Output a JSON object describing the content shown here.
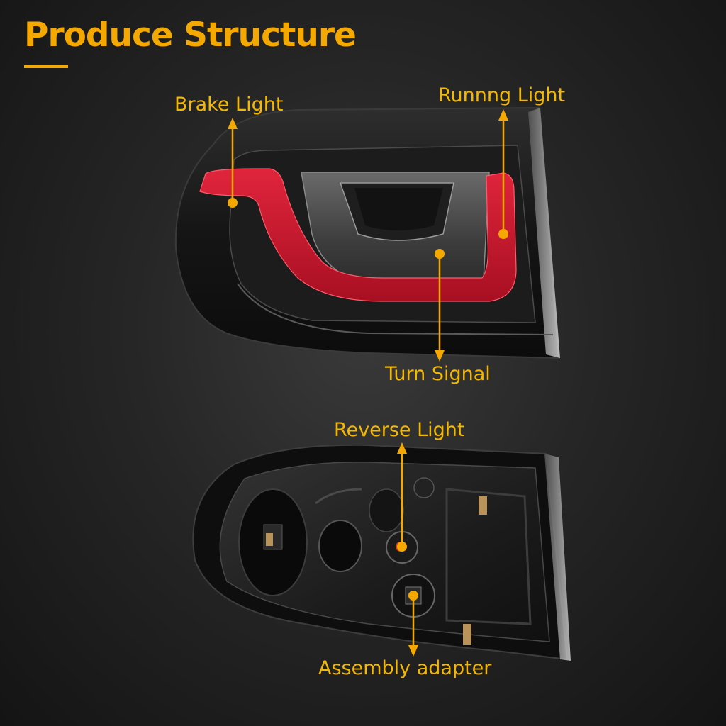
{
  "heading": "Produce Structure",
  "callouts": {
    "brake_light": "Brake Light",
    "running_light": "Runnng Light",
    "turn_signal": "Turn Signal",
    "reverse_light": "Reverse Light",
    "assembly_adapter": "Assembly adapter"
  },
  "colors": {
    "accent": "#f5a800",
    "light_bar_red": "#c8102e",
    "housing": "#1a1a1a"
  }
}
